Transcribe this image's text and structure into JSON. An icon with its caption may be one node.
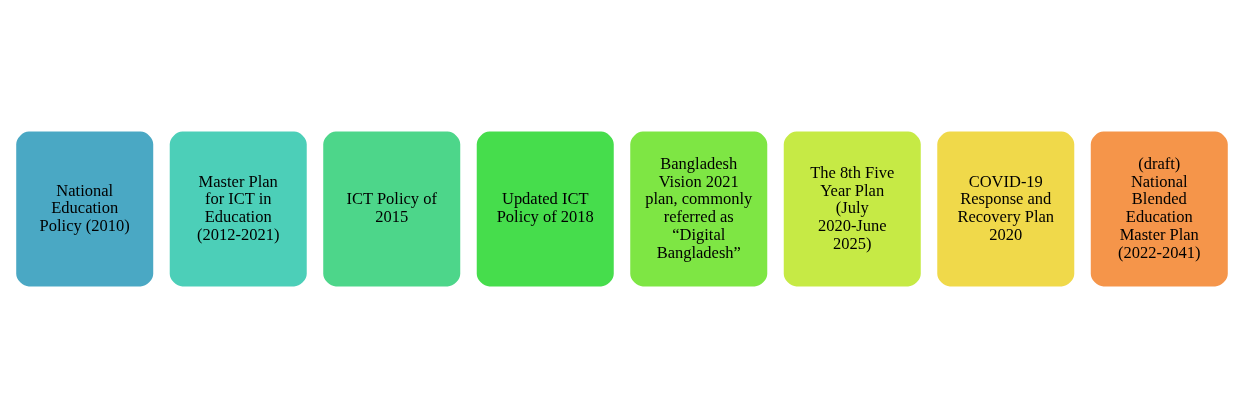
{
  "diagram": {
    "nodes": [
      {
        "text": [
          "National Education Policy (2010)"
        ]
      },
      {
        "text": [
          "Master Plan for ICT in Education (2012-2021)"
        ]
      },
      {
        "text": [
          "ICT Policy of 2015"
        ]
      },
      {
        "text": [
          "Updated ICT Policy of 2018"
        ]
      },
      {
        "text": [
          "Bangladesh Vision 2021 plan, commonly referred as “Digital Bangladesh”"
        ]
      },
      {
        "text": [
          "The 8th Five Year Plan (July 2020-June 2025)"
        ]
      },
      {
        "text": [
          "COVID-19 Response and Recovery Plan 2020"
        ]
      },
      {
        "text": [
          "(draft) National Blended Education Master Plan (2022-2041)"
        ]
      }
    ]
  }
}
